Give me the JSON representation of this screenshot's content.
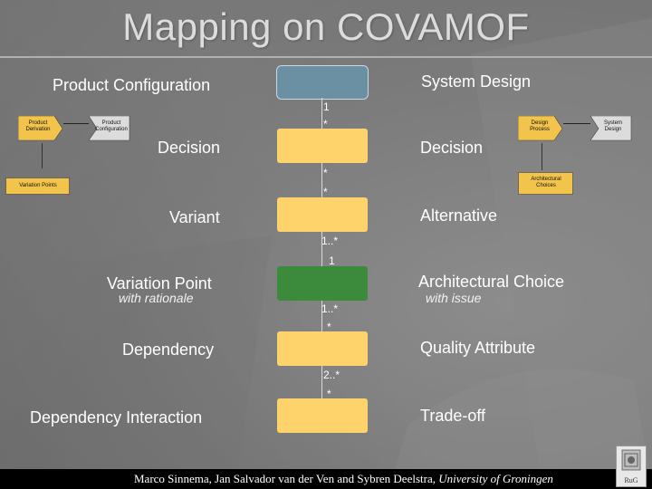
{
  "slide": {
    "title": "Mapping on COVAMOF",
    "left_heading": "Product Configuration",
    "right_heading": "System Design"
  },
  "left_mini": {
    "product_derivation": "Product\nDerivation",
    "product_configuration": "Product\nConfiguration",
    "variation_points": "Variation Points"
  },
  "right_mini": {
    "design_process": "Design\nProcess",
    "system_design": "System\nDesign",
    "architectural_choices": "Architectural\nChoices"
  },
  "rows": [
    {
      "left": "Decision",
      "right": "Decision"
    },
    {
      "left": "Variant",
      "right": "Alternative"
    },
    {
      "left": "Variation Point",
      "left_sub": "with rationale",
      "right": "Architectural Choice",
      "right_sub": "with issue"
    },
    {
      "left": "Dependency",
      "right": "Quality Attribute"
    },
    {
      "left": "Dependency Interaction",
      "right": "Trade-off"
    }
  ],
  "multiplicities": [
    "1",
    "*",
    "*",
    "*",
    "1..*",
    "1",
    "1..*",
    "*",
    "2..*",
    "*"
  ],
  "footer": {
    "authors": "Marco Sinnema, Jan Salvador van der Ven and Sybren Deelstra, ",
    "affiliation": "University of Groningen"
  },
  "logo": {
    "letters": "RuG"
  },
  "colors": {
    "background": "#7e7e7e",
    "top_box": "#6b8fa3",
    "yellow_box": "#ffd36b",
    "green_box": "#3c8a3c",
    "footer": "#000000"
  }
}
